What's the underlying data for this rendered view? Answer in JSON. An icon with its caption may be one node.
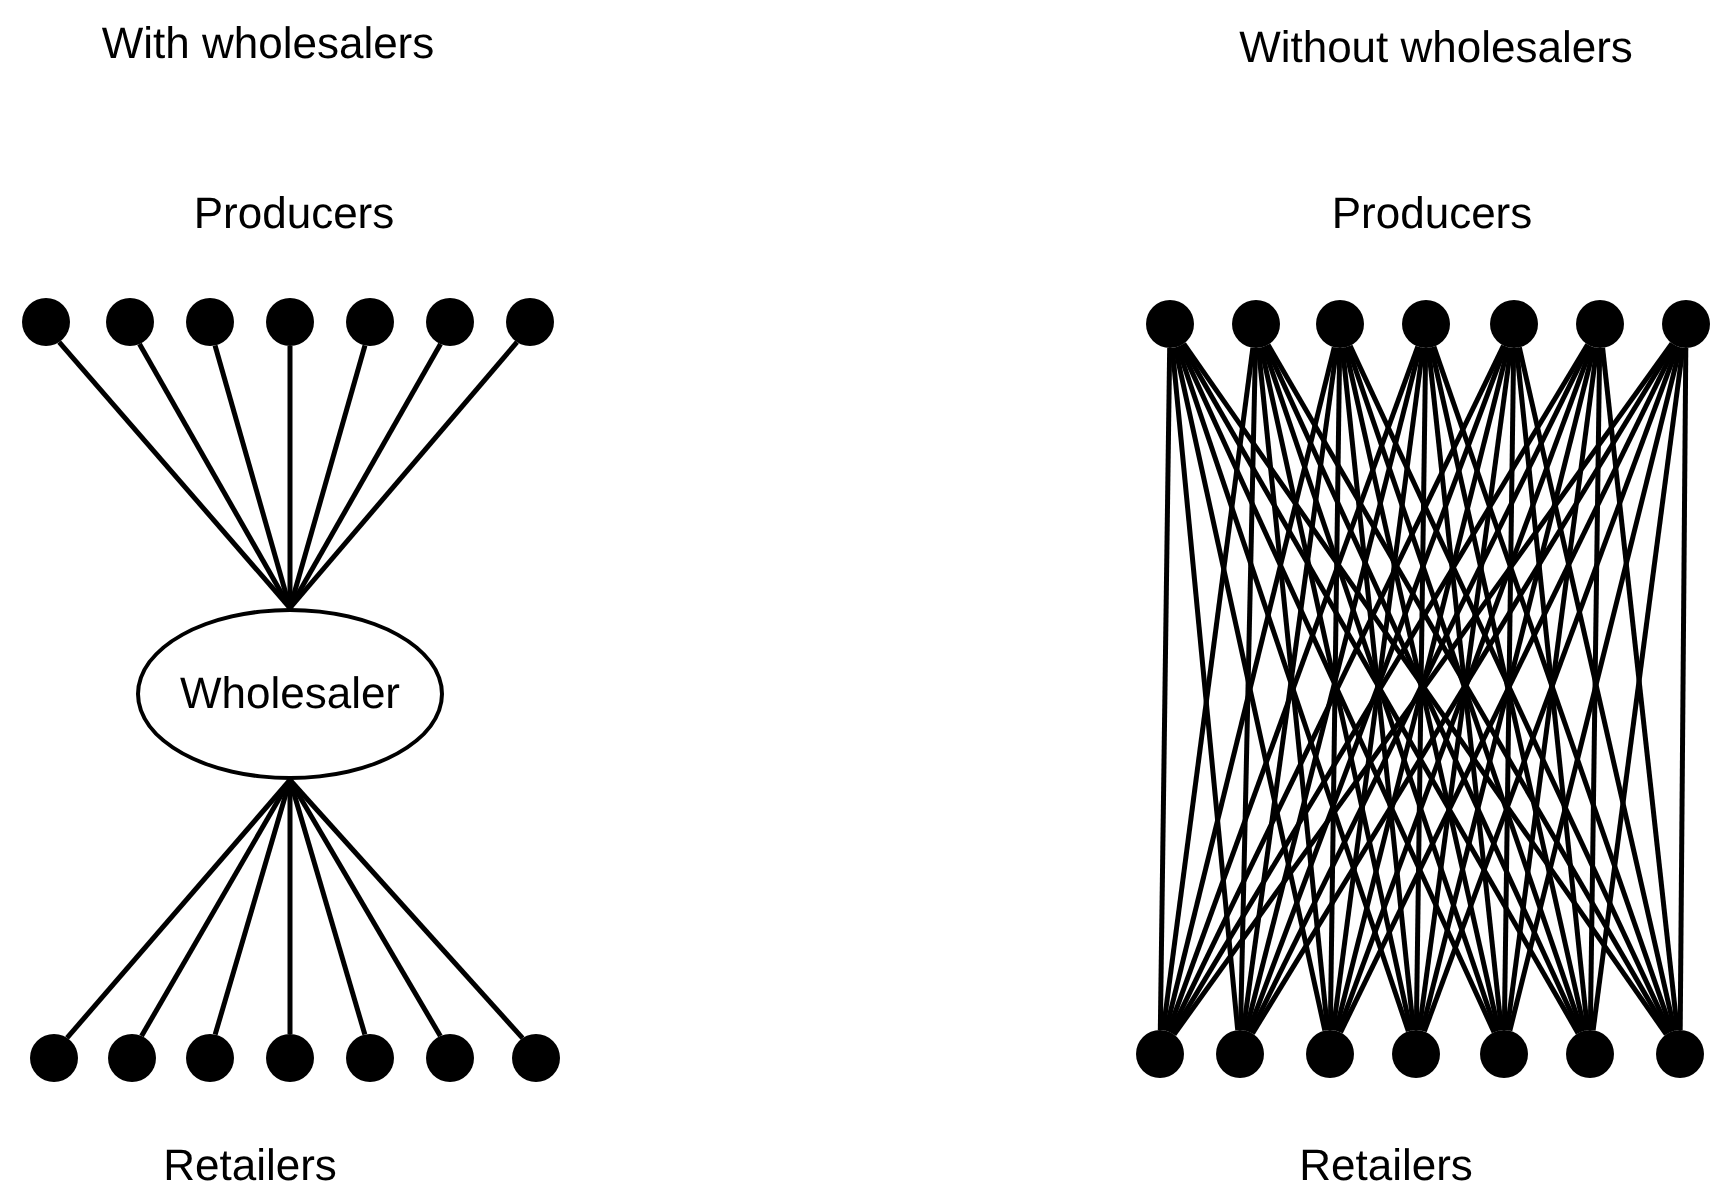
{
  "diagram": {
    "nodes": [
      {
        "text": [],
        "shape": "circle"
      },
      {
        "text": [],
        "shape": "circle"
      },
      {
        "text": [],
        "shape": "circle"
      },
      {
        "text": [],
        "shape": "circle"
      },
      {
        "text": [],
        "shape": "circle"
      },
      {
        "text": [],
        "shape": "circle"
      },
      {
        "text": [],
        "shape": "circle"
      },
      {
        "text": [
          "Wholesaler"
        ]
      },
      {
        "text": [],
        "shape": "circle"
      },
      {
        "text": [],
        "shape": "circle"
      },
      {
        "text": [],
        "shape": "circle"
      },
      {
        "text": [],
        "shape": "circle"
      },
      {
        "text": [],
        "shape": "circle"
      },
      {
        "text": [],
        "shape": "circle"
      },
      {
        "text": [],
        "shape": "circle"
      },
      {
        "text": [],
        "shape": "circle"
      },
      {
        "text": [],
        "shape": "circle"
      },
      {
        "text": [],
        "shape": "circle"
      },
      {
        "text": [],
        "shape": "circle"
      },
      {
        "text": [],
        "shape": "circle"
      },
      {
        "text": [],
        "shape": "circle"
      },
      {
        "text": [],
        "shape": "circle"
      },
      {
        "text": [],
        "shape": "circle"
      },
      {
        "text": [],
        "shape": "circle"
      },
      {
        "text": [],
        "shape": "circle"
      },
      {
        "text": [],
        "shape": "circle"
      },
      {
        "text": [],
        "shape": "circle"
      },
      {
        "text": [],
        "shape": "circle"
      },
      {
        "text": [],
        "shape": "circle"
      }
    ],
    "edges": [
      {
        "from": 0,
        "to": 7,
        "arrow": "none"
      },
      {
        "from": 1,
        "to": 7,
        "arrow": "none"
      },
      {
        "from": 2,
        "to": 7,
        "arrow": "none"
      },
      {
        "from": 3,
        "to": 7,
        "arrow": "none"
      },
      {
        "from": 4,
        "to": 7,
        "arrow": "none"
      },
      {
        "from": 5,
        "to": 7,
        "arrow": "none"
      },
      {
        "from": 6,
        "to": 7,
        "arrow": "none"
      },
      {
        "from": 7,
        "to": 8,
        "arrow": "none"
      },
      {
        "from": 7,
        "to": 9,
        "arrow": "none"
      },
      {
        "from": 7,
        "to": 10,
        "arrow": "none"
      },
      {
        "from": 7,
        "to": 11,
        "arrow": "none"
      },
      {
        "from": 7,
        "to": 12,
        "arrow": "none"
      },
      {
        "from": 7,
        "to": 13,
        "arrow": "none"
      },
      {
        "from": 7,
        "to": 14,
        "arrow": "none"
      },
      {
        "from": 15,
        "to": 22,
        "arrow": "none"
      },
      {
        "from": 15,
        "to": 23,
        "arrow": "none"
      },
      {
        "from": 15,
        "to": 24,
        "arrow": "none"
      },
      {
        "from": 15,
        "to": 25,
        "arrow": "none"
      },
      {
        "from": 15,
        "to": 26,
        "arrow": "none"
      },
      {
        "from": 15,
        "to": 27,
        "arrow": "none"
      },
      {
        "from": 15,
        "to": 28,
        "arrow": "none"
      },
      {
        "from": 16,
        "to": 22,
        "arrow": "none"
      },
      {
        "from": 16,
        "to": 23,
        "arrow": "none"
      },
      {
        "from": 16,
        "to": 24,
        "arrow": "none"
      },
      {
        "from": 16,
        "to": 25,
        "arrow": "none"
      },
      {
        "from": 16,
        "to": 26,
        "arrow": "none"
      },
      {
        "from": 16,
        "to": 27,
        "arrow": "none"
      },
      {
        "from": 16,
        "to": 28,
        "arrow": "none"
      },
      {
        "from": 17,
        "to": 22,
        "arrow": "none"
      },
      {
        "from": 17,
        "to": 23,
        "arrow": "none"
      },
      {
        "from": 17,
        "to": 24,
        "arrow": "none"
      },
      {
        "from": 17,
        "to": 25,
        "arrow": "none"
      },
      {
        "from": 17,
        "to": 26,
        "arrow": "none"
      },
      {
        "from": 17,
        "to": 27,
        "arrow": "none"
      },
      {
        "from": 17,
        "to": 28,
        "arrow": "none"
      },
      {
        "from": 18,
        "to": 22,
        "arrow": "none"
      },
      {
        "from": 18,
        "to": 23,
        "arrow": "none"
      },
      {
        "from": 18,
        "to": 24,
        "arrow": "none"
      },
      {
        "from": 18,
        "to": 25,
        "arrow": "none"
      },
      {
        "from": 18,
        "to": 26,
        "arrow": "none"
      },
      {
        "from": 18,
        "to": 27,
        "arrow": "none"
      },
      {
        "from": 18,
        "to": 28,
        "arrow": "none"
      },
      {
        "from": 19,
        "to": 22,
        "arrow": "none"
      },
      {
        "from": 19,
        "to": 23,
        "arrow": "none"
      },
      {
        "from": 19,
        "to": 24,
        "arrow": "none"
      },
      {
        "from": 19,
        "to": 25,
        "arrow": "none"
      },
      {
        "from": 19,
        "to": 26,
        "arrow": "none"
      },
      {
        "from": 19,
        "to": 27,
        "arrow": "none"
      },
      {
        "from": 19,
        "to": 28,
        "arrow": "none"
      },
      {
        "from": 20,
        "to": 22,
        "arrow": "none"
      },
      {
        "from": 20,
        "to": 23,
        "arrow": "none"
      },
      {
        "from": 20,
        "to": 24,
        "arrow": "none"
      },
      {
        "from": 20,
        "to": 25,
        "arrow": "none"
      },
      {
        "from": 20,
        "to": 26,
        "arrow": "none"
      },
      {
        "from": 20,
        "to": 27,
        "arrow": "none"
      },
      {
        "from": 20,
        "to": 28,
        "arrow": "none"
      },
      {
        "from": 21,
        "to": 22,
        "arrow": "none"
      },
      {
        "from": 21,
        "to": 23,
        "arrow": "none"
      },
      {
        "from": 21,
        "to": 24,
        "arrow": "none"
      },
      {
        "from": 21,
        "to": 25,
        "arrow": "none"
      },
      {
        "from": 21,
        "to": 26,
        "arrow": "none"
      },
      {
        "from": 21,
        "to": 27,
        "arrow": "none"
      },
      {
        "from": 21,
        "to": 28,
        "arrow": "none"
      }
    ],
    "labels": [
      "With wholesalers",
      "Without wholesalers",
      "Producers",
      "Producers",
      "Retailers",
      "Retailers"
    ]
  }
}
